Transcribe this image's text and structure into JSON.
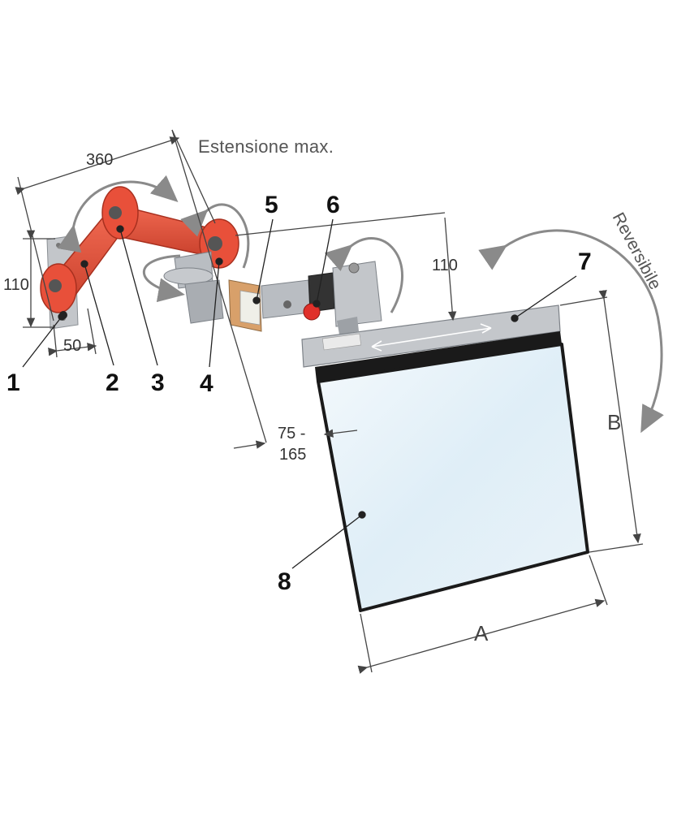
{
  "labels": {
    "extension_max": "Estensione max.",
    "reversible": "Reversibile"
  },
  "dimensions": {
    "d360": "360",
    "d110_left": "110",
    "d50": "50",
    "d110_right": "110",
    "d75_165_a": "75 -",
    "d75_165_b": "165",
    "dim_a": "A",
    "dim_b": "B"
  },
  "callouts": [
    "1",
    "2",
    "3",
    "4",
    "5",
    "6",
    "7",
    "8"
  ],
  "colors": {
    "arm": "#e8503a",
    "arm_dark": "#b83424",
    "metal": "#b9bdc2",
    "metal_dark": "#7d8288",
    "glass": "#e6f1f8",
    "frame": "#1a1a1a",
    "dim_line": "#444444",
    "arrow": "#8a8a8a"
  }
}
